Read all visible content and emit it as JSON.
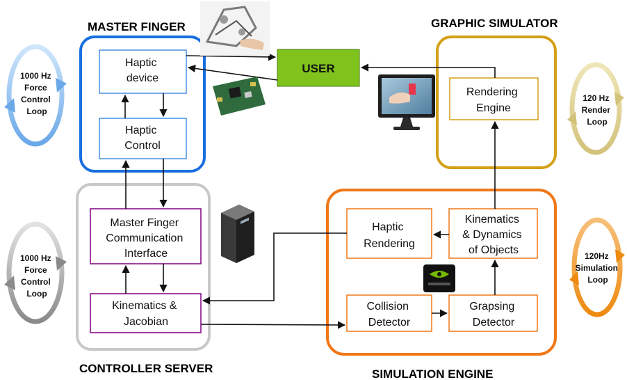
{
  "sections": {
    "master_finger": "MASTER FINGER",
    "graphic_simulator": "GRAPHIC SIMULATOR",
    "controller_server": "CONTROLLER SERVER",
    "simulation_engine": "SIMULATION ENGINE"
  },
  "boxes": {
    "haptic_device": [
      "Haptic",
      "device"
    ],
    "haptic_control": [
      "Haptic",
      "Control"
    ],
    "user": "USER",
    "rendering_engine": [
      "Rendering",
      "Engine"
    ],
    "comm_interface": [
      "Master Finger",
      "Communication",
      "Interface"
    ],
    "kin_jacobian": [
      "Kinematics &",
      "Jacobian"
    ],
    "haptic_rendering": [
      "Haptic",
      "Rendering"
    ],
    "kin_dynamics": [
      "Kinematics",
      "& Dynamics",
      "of Objects"
    ],
    "collision_detector": [
      "Collision",
      "Detector"
    ],
    "grasping_detector": [
      "Grapsing",
      "Detector"
    ]
  },
  "loops": {
    "force_top": [
      "1000 Hz",
      "Force",
      "Control",
      "Loop"
    ],
    "force_bottom": [
      "1000 Hz",
      "Force",
      "Control",
      "Loop"
    ],
    "render": [
      "120 Hz",
      "Render",
      "Loop"
    ],
    "simulation": [
      "120Hz",
      "Simulation",
      "Loop"
    ]
  },
  "colors": {
    "master_finger": "#1a6fe0",
    "graphic_simulator": "#d4a017",
    "controller_server": "#c8c8c8",
    "simulation_engine": "#f07818",
    "inner_blue": "#4a8fe0",
    "inner_purple": "#800080",
    "inner_orange": "#f07818",
    "user_box": "#7fc31c"
  },
  "icons": [
    "haptic-device-photo-icon",
    "circuit-board-icon",
    "monitor-icon",
    "server-tower-icon",
    "nvidia-physx-icon"
  ]
}
